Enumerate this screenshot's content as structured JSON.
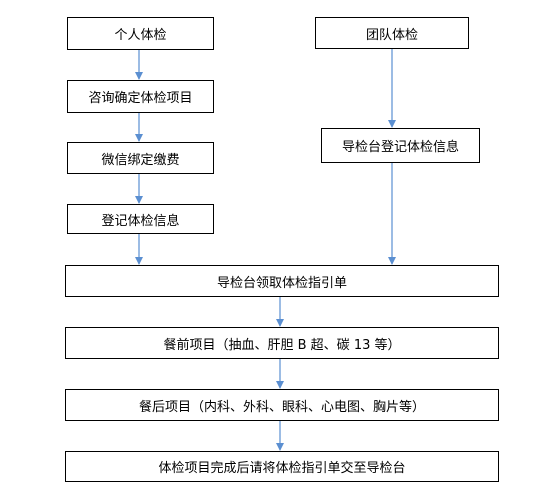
{
  "flowchart": {
    "individual": {
      "start": "个人体检",
      "step1": "咨询确定体检项目",
      "step2": "微信绑定缴费",
      "step3": "登记体检信息"
    },
    "team": {
      "start": "团队体检",
      "step1": "导检台登记体检信息"
    },
    "merged": {
      "step1": "导检台领取体检指引单",
      "step2": "餐前项目（抽血、肝胆 B 超、碳 13 等）",
      "step3": "餐后项目（内科、外科、眼科、心电图、胸片等）",
      "step4": "体检项目完成后请将体检指引单交至导检台"
    }
  },
  "colors": {
    "arrow": "#5b8fd1",
    "box_border": "#000000"
  }
}
